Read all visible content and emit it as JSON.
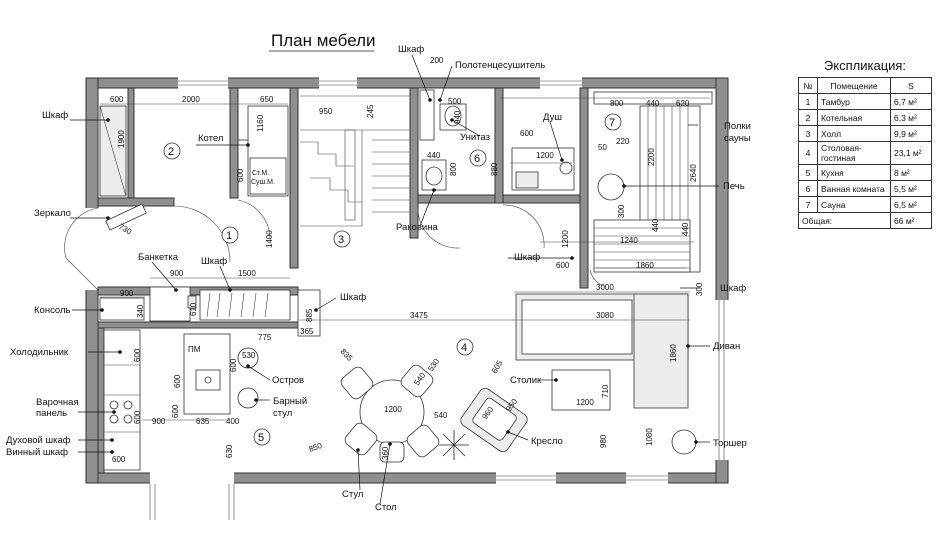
{
  "title": "План мебели",
  "explication": {
    "title": "Экспликация:",
    "headers": [
      "№",
      "Помещение",
      "S"
    ],
    "rows": [
      {
        "n": "1",
        "room": "Тамбур",
        "area": "6,7 м²"
      },
      {
        "n": "2",
        "room": "Котельная",
        "area": "6,3 м²"
      },
      {
        "n": "3",
        "room": "Холл",
        "area": "9,9 м²"
      },
      {
        "n": "4",
        "room": "Столовая-гостиная",
        "area": "23,1 м²"
      },
      {
        "n": "5",
        "room": "Кухня",
        "area": "8 м²"
      },
      {
        "n": "6",
        "room": "Ванная комната",
        "area": "5,5 м²"
      },
      {
        "n": "7",
        "room": "Сауна",
        "area": "6,5 м²"
      }
    ],
    "total_label": "Общая:",
    "total_area": "66 м²"
  },
  "labels": {
    "shkaf": "Шкаф",
    "polotence": "Полотенцесушитель",
    "unitaz": "Унитаз",
    "dush": "Душ",
    "polki_1": "Полки",
    "polki_2": "сауны",
    "pech": "Печь",
    "kotel": "Котел",
    "zerkalo": "Зеркало",
    "rakovina": "Раковина",
    "banketka": "Банкетка",
    "konsol": "Консоль",
    "holodilnik": "Холодильник",
    "varochnaya_1": "Варочная",
    "varochnaya_2": "панель",
    "duhovoy": "Духовой шкаф",
    "vinny": "Винный шкаф",
    "ostrov": "Остров",
    "barny_1": "Барный",
    "barny_2": "стул",
    "stolik": "Столик",
    "kreslo": "Кресло",
    "torsher": "Торшер",
    "divan": "Диван",
    "stul": "Стул",
    "stol": "Стол",
    "pm": "ПМ",
    "stm": "Ст.М.",
    "sushm": "Суш.М."
  },
  "rooms": [
    "1",
    "2",
    "3",
    "4",
    "5",
    "6",
    "7"
  ],
  "dims": {
    "d200": "200",
    "d600": "600",
    "d2000": "2000",
    "d650": "650",
    "d1900": "1900",
    "d1160": "1160",
    "d950": "950",
    "d245": "245",
    "d500": "500",
    "d940": "940",
    "d440": "440",
    "d800": "800",
    "d620": "620",
    "d1200": "1200",
    "d50": "50",
    "d220": "220",
    "d2200": "2200",
    "d2640": "2640",
    "d880": "880",
    "d730": "730",
    "d1400": "1400",
    "d300": "300",
    "d1240": "1240",
    "d1860": "1860",
    "d900": "900",
    "d1500": "1500",
    "d3000": "3000",
    "d340": "340",
    "d610": "610",
    "d885": "885",
    "d3475": "3475",
    "d3080": "3080",
    "d775": "775",
    "d365": "365",
    "d835": "835",
    "d530": "530",
    "d540": "540",
    "d605": "605",
    "d1860b": "1860",
    "d630": "630",
    "d400": "400",
    "d635": "635",
    "d960": "960",
    "d710": "710",
    "d1080": "1080",
    "d980": "980",
    "d850": "850",
    "d360": "360",
    "d4000": "400"
  }
}
